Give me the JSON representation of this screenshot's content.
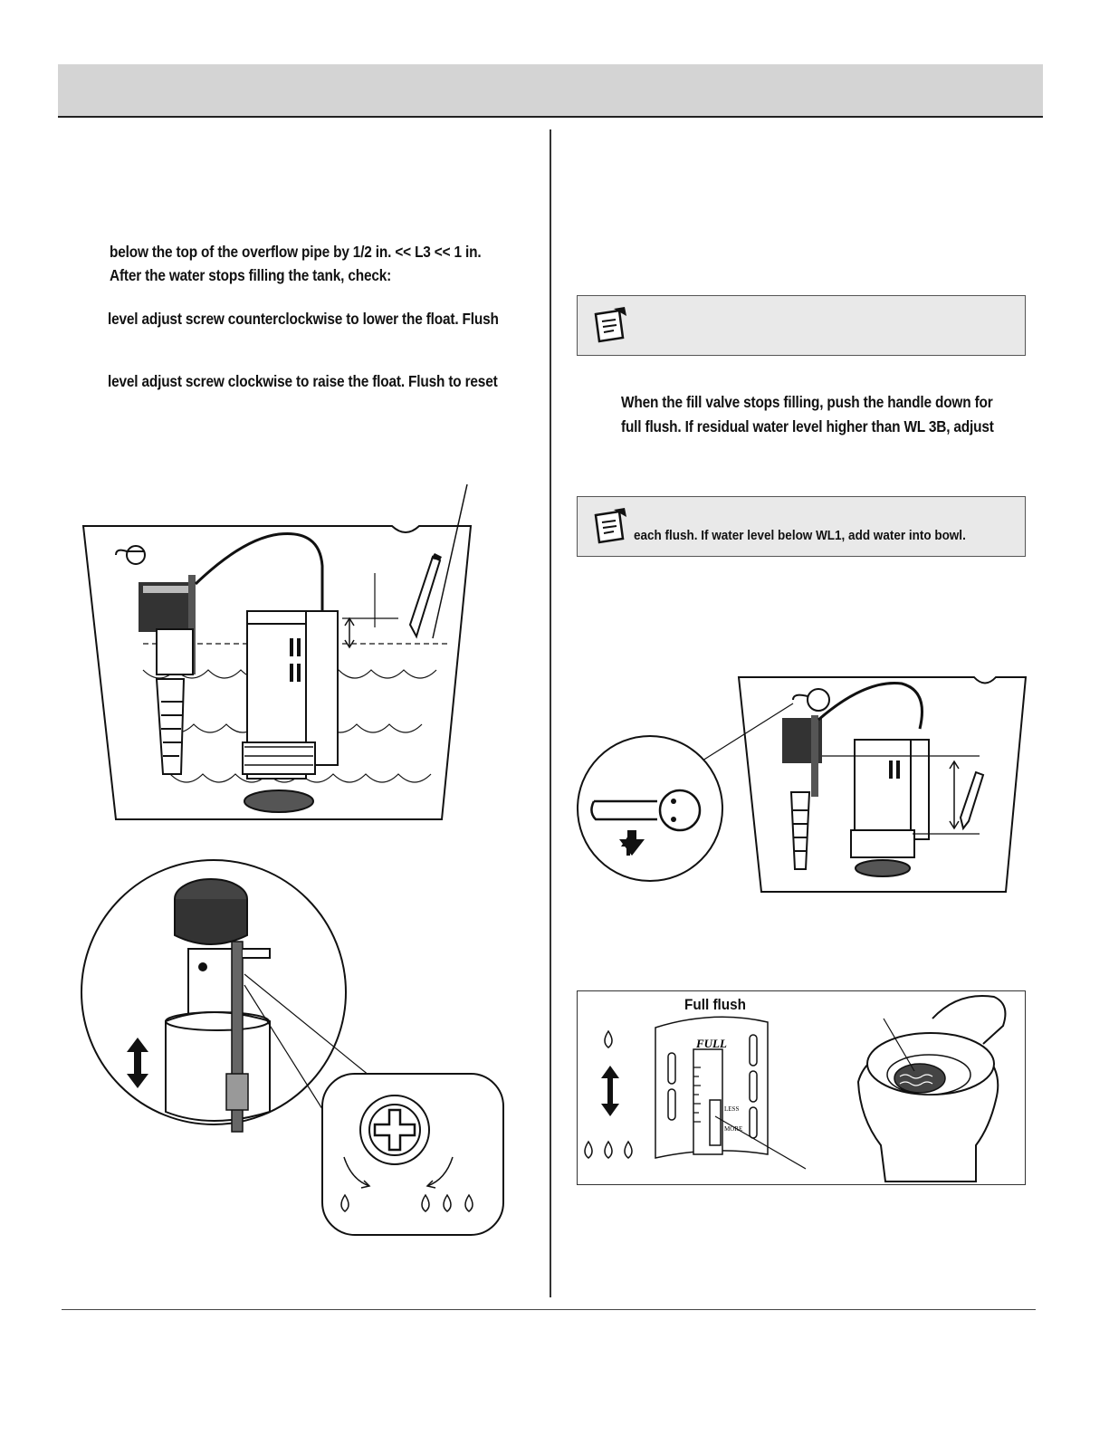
{
  "left_column": {
    "line1": "below the top of the overflow pipe by 1/2 in. << L3 << 1 in.",
    "line2": "After the water stops filling the tank, check:",
    "line3": "level adjust screw counterclockwise to lower the float. Flush",
    "line4": "level adjust screw clockwise to raise the float. Flush to reset"
  },
  "right_column": {
    "para1_line1": "When the fill valve stops filling, push the handle down for",
    "para1_line2": "full flush. If residual water level higher than WL 3B, adjust",
    "note2_text": "each flush. If water level below WL1, add water into bowl.",
    "full_flush_label": "Full flush",
    "scale_full_label": "FULL",
    "scale_less_label": "LESS",
    "scale_more_label": "MORE"
  }
}
